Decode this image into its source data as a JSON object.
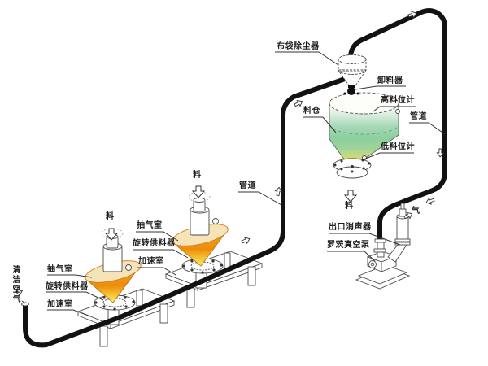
{
  "diagram": {
    "type": "pneumatic-vacuum-conveying-system",
    "labels": {
      "clean_air": "清洁空气",
      "s1_suction": "抽气室",
      "s1_rotary": "旋转供料器",
      "s1_accel": "加速室",
      "s1_material": "料",
      "s2_suction": "抽气室",
      "s2_rotary": "旋转供料器",
      "s2_accel": "加速室",
      "s2_material": "料",
      "pipeline_mid": "管道",
      "pipeline_right": "管道",
      "bag_filter": "布袋除尘器",
      "discharger": "卸料器",
      "high_level": "高料位计",
      "silo": "料仓",
      "low_level": "低料位计",
      "material_out": "料",
      "outlet_silencer": "出口消声器",
      "roots_pump": "罗茨真空泵",
      "air_out": "气"
    },
    "icons": {
      "flow_arrow": "hollow-right-arrow",
      "feed_arrow": "hollow-down-arrow"
    },
    "colors": {
      "pipe": "#121212",
      "outline": "#4a4a4a",
      "hopper_orange": "#ee8c0a",
      "hopper_yellow": "#ffee6e",
      "silo_green": "#8ccf9f",
      "silo_yellow": "#e9c353",
      "background": "#ffffff"
    }
  }
}
